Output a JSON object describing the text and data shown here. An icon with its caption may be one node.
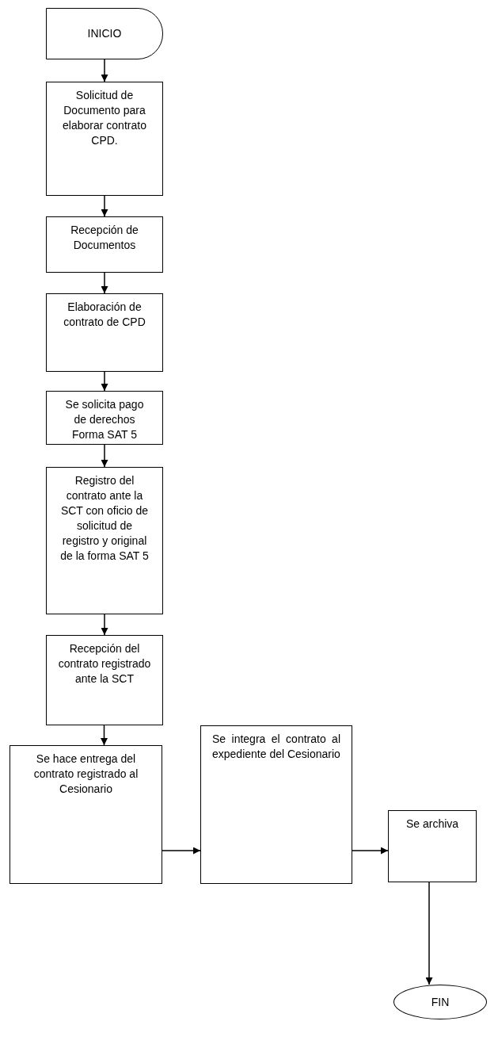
{
  "diagram": {
    "nodes": [
      {
        "text": [
          "INICIO"
        ]
      },
      {
        "text": [
          "Solicitud de Documento para elaborar contrato CPD."
        ]
      },
      {
        "text": [
          "Recepción de Documentos"
        ]
      },
      {
        "text": [
          "Elaboración de contrato de CPD"
        ]
      },
      {
        "text": [
          "Se solicita pago de derechos Forma SAT 5"
        ]
      },
      {
        "text": [
          "Registro del contrato ante la SCT con oficio de solicitud de registro y original de la forma SAT 5"
        ]
      },
      {
        "text": [
          "Recepción del contrato registrado ante la SCT"
        ]
      },
      {
        "text": [
          "Se hace entrega del contrato registrado al Cesionario"
        ]
      },
      {
        "text": [
          "Se integra el contrato al expediente del Cesionario"
        ]
      },
      {
        "text": [
          "Se archiva"
        ]
      },
      {
        "text": [
          "FIN"
        ]
      }
    ],
    "edges": [
      {
        "from": 0,
        "to": 1,
        "arrow": "to"
      },
      {
        "from": 1,
        "to": 2,
        "arrow": "to"
      },
      {
        "from": 2,
        "to": 3,
        "arrow": "to"
      },
      {
        "from": 3,
        "to": 4,
        "arrow": "to"
      },
      {
        "from": 4,
        "to": 5,
        "arrow": "to"
      },
      {
        "from": 5,
        "to": 6,
        "arrow": "to"
      },
      {
        "from": 6,
        "to": 7,
        "arrow": "to"
      },
      {
        "from": 7,
        "to": 8,
        "arrow": "to"
      },
      {
        "from": 8,
        "to": 9,
        "arrow": "to"
      },
      {
        "from": 9,
        "to": 10,
        "arrow": "to"
      }
    ]
  }
}
